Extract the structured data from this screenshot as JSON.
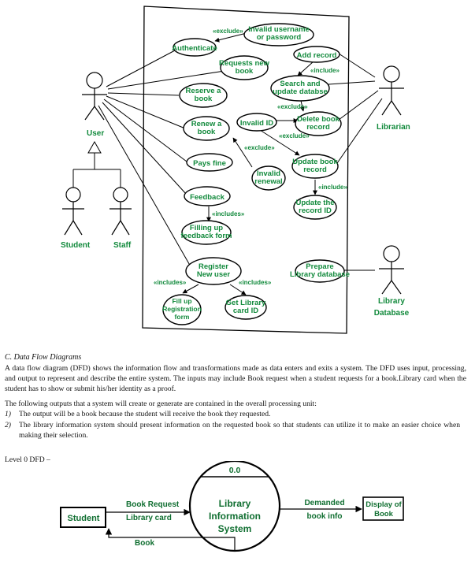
{
  "use_case_diagram": {
    "actors": {
      "user": "User",
      "student": "Student",
      "staff": "Staff",
      "librarian": "Librarian",
      "library_database": [
        "Library",
        "Database"
      ]
    },
    "use_cases": {
      "authenticate": [
        "Authenticate"
      ],
      "invalid_username_password": [
        "Invalid username",
        "or password"
      ],
      "requests_new_book": [
        "Requests new",
        "book"
      ],
      "add_record": [
        "Add record"
      ],
      "reserve_a_book": [
        "Reserve a",
        "book"
      ],
      "search_update": [
        "Search and",
        "update databse"
      ],
      "renew_a_book": [
        "Renew a",
        "book"
      ],
      "invalid_id": [
        "Invalid ID"
      ],
      "delete_book_record": [
        "Delete book",
        "record"
      ],
      "pays_fine": [
        "Pays fine"
      ],
      "invalid_renewal": [
        "Invalid",
        "renewal"
      ],
      "update_book_record": [
        "Update book",
        "record"
      ],
      "update_record_id": [
        "Update the",
        "record ID"
      ],
      "feedback": [
        "Feedback"
      ],
      "filling_feedback_form": [
        "Filling up",
        "feedback form"
      ],
      "register_new_user": [
        "Register",
        "New user"
      ],
      "prepare_library_database": [
        "Prepare",
        "Library database"
      ],
      "fill_registration_form": [
        "Fill up",
        "Registration",
        "form"
      ],
      "get_library_card": [
        "Get Library",
        "card ID"
      ]
    },
    "stereotypes": {
      "exclude_auth": "«exclude»",
      "include_add": "«include»",
      "exclude_search": "«exclude»",
      "exclude_delete": "«exclude»",
      "exclude_renew": "«exclude»",
      "include_update": "«include»",
      "includes_feedback": "«includes»",
      "includes_register_left": "«includes»",
      "includes_register_right": "«includes»"
    }
  },
  "section": {
    "heading": "C.   Data Flow Diagrams",
    "paragraph1": "A data flow diagram (DFD) shows the information flow and transformations made as data enters and exits a system. The DFD uses input, processing, and output to represent and describe the entire system. The inputs may include Book request when a student requests for a book.Library card when the student has to show or submit his/her identity as a proof.",
    "paragraph2": "The following outputs that a system will create or generate are contained in the overall processing unit:",
    "items": [
      {
        "num": "1)",
        "text": "The output will be a book because the student will receive the book they requested."
      },
      {
        "num": "2)",
        "text": "The library information system should present information on the requested book so that students can utilize it to make an easier choice when making their selection."
      }
    ],
    "level0": "Level 0 DFD –"
  },
  "dfd": {
    "process_id": "0.0",
    "process": [
      "Library",
      "Information",
      "System"
    ],
    "student": "Student",
    "display": [
      "Display of",
      "Book"
    ],
    "flow_request": "Book Request",
    "flow_card": "Library card",
    "flow_book": "Book",
    "flow_demanded": [
      "Demanded",
      "book info"
    ]
  }
}
